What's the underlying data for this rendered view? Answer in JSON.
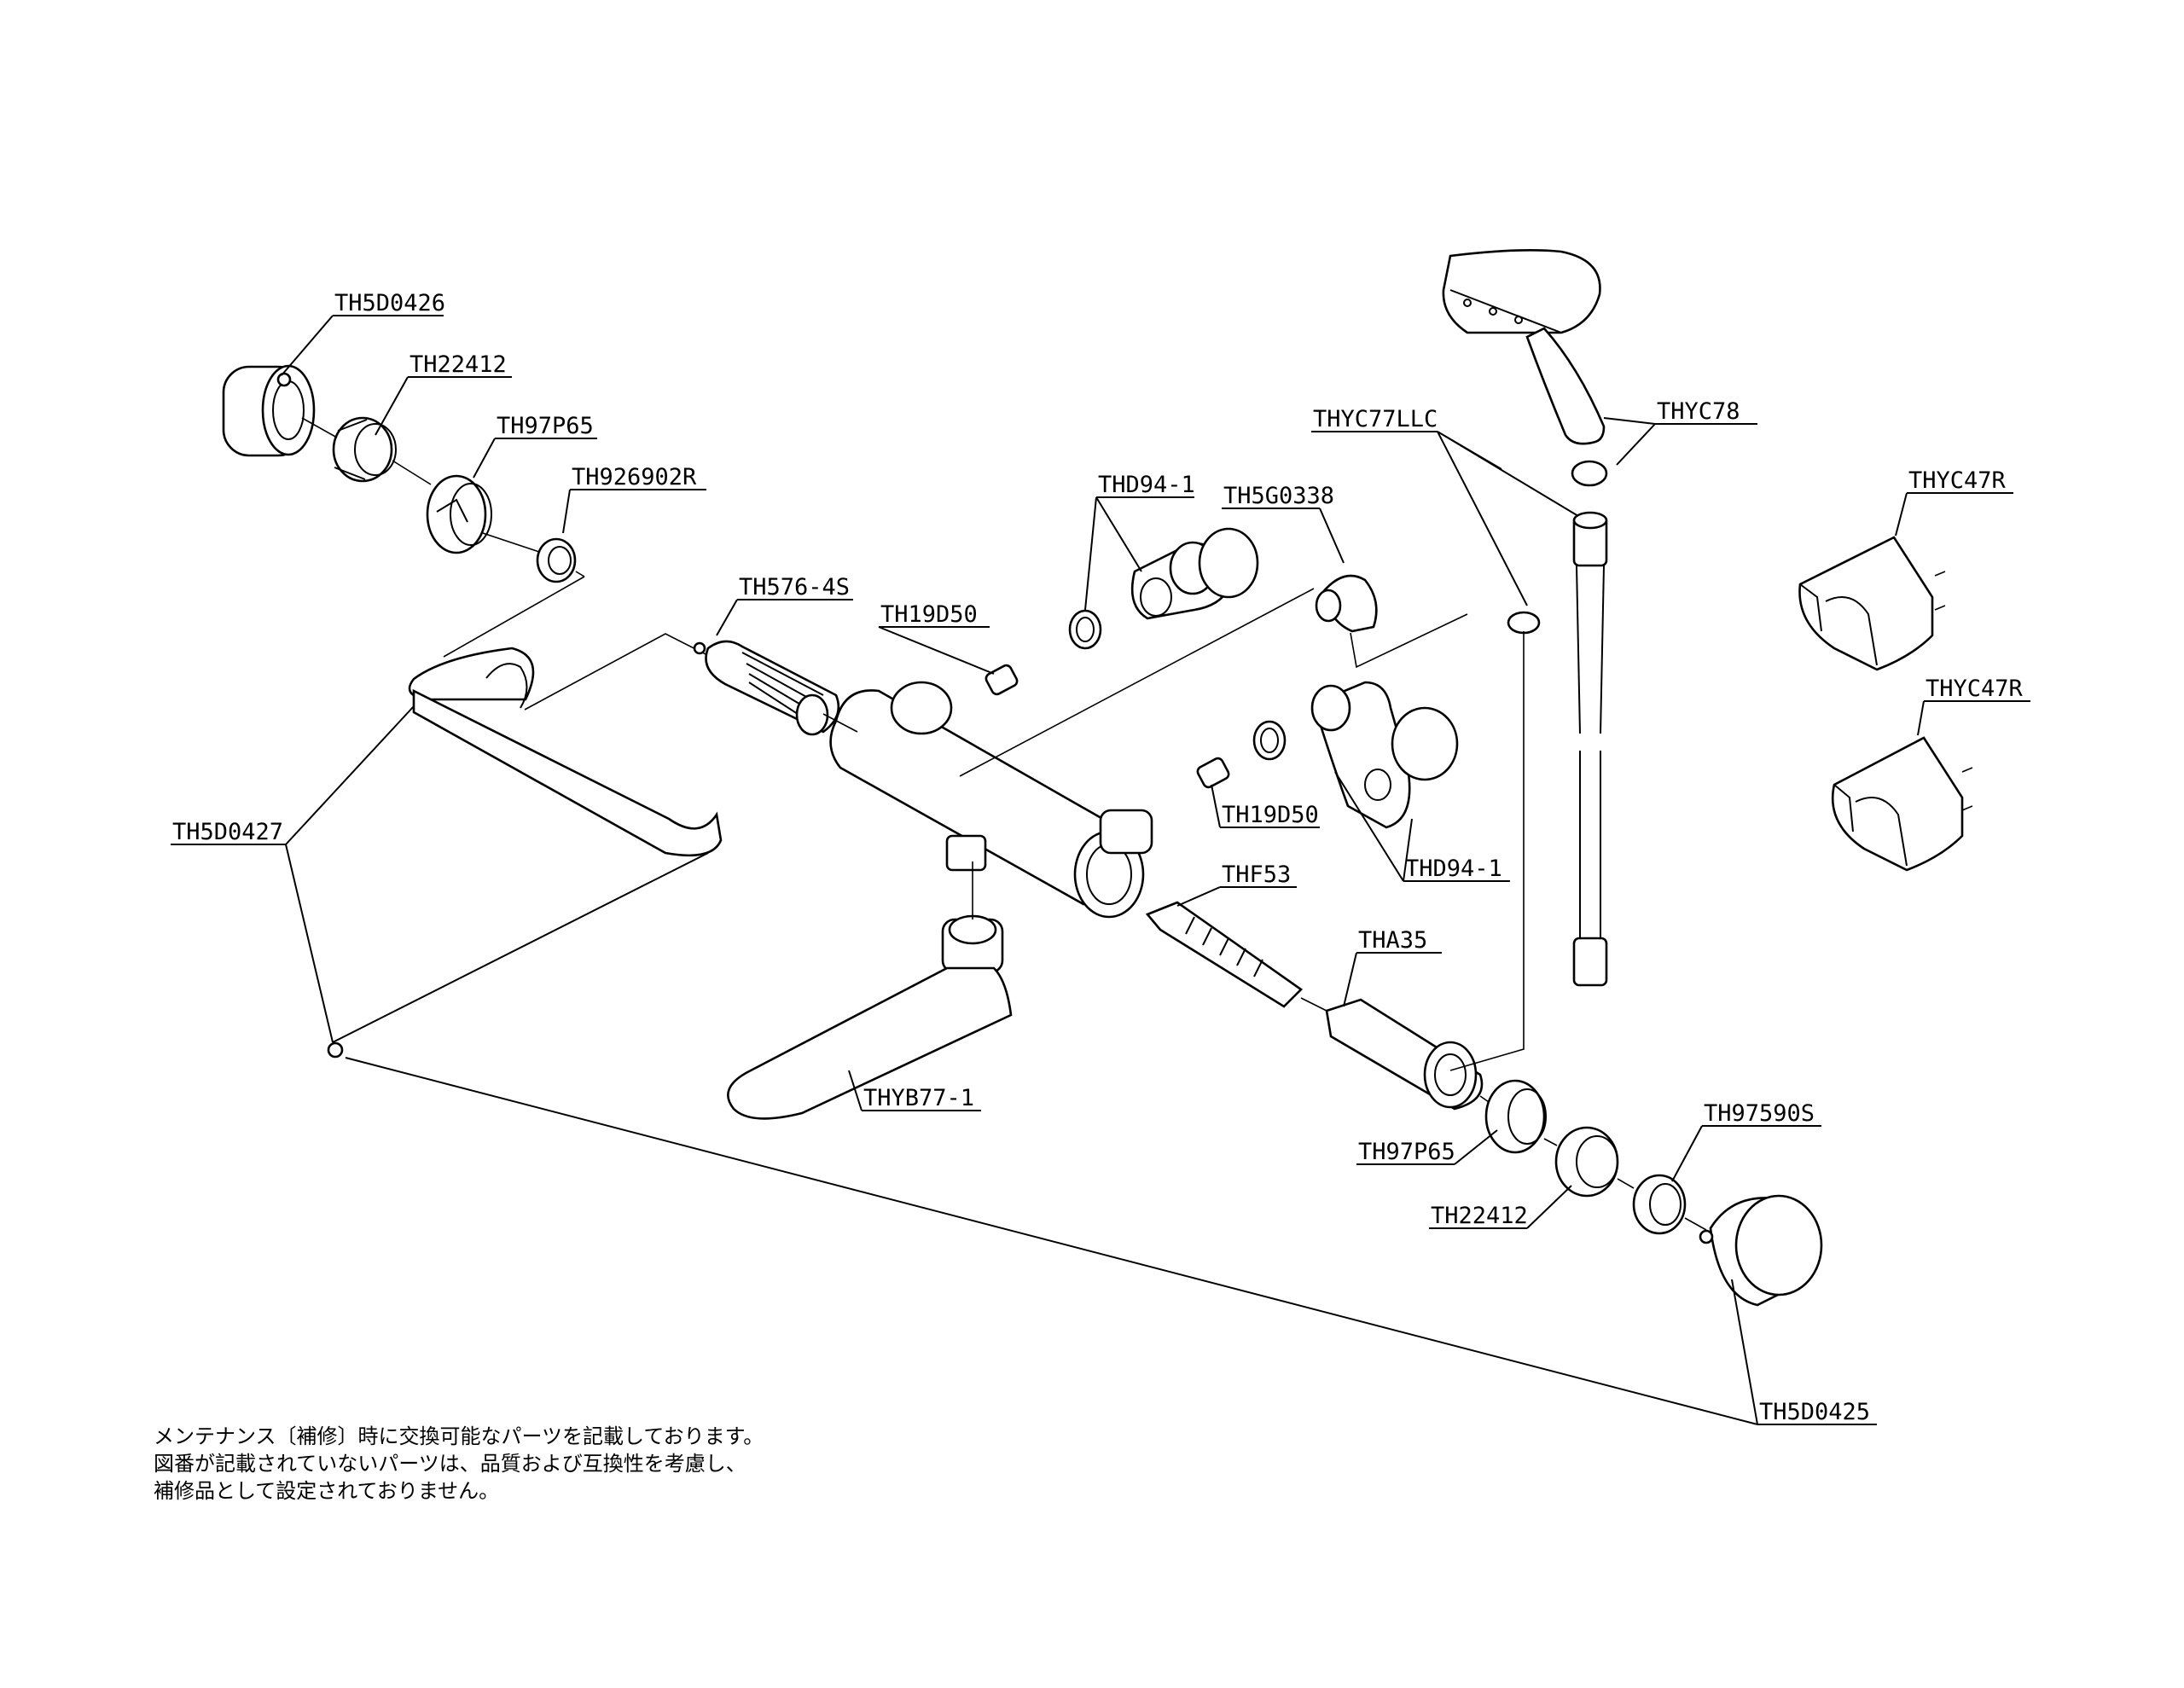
{
  "labels": {
    "TH5D0426": "TH5D0426",
    "TH22412_top": "TH22412",
    "TH97P65_top": "TH97P65",
    "TH926902R": "TH926902R",
    "TH576_4S": "TH576-4S",
    "TH19D50_top": "TH19D50",
    "THD94_1_top": "THD94-1",
    "TH5G0338": "TH5G0338",
    "THYC77LLC": "THYC77LLC",
    "THYC78": "THYC78",
    "THYC47R_1": "THYC47R",
    "THYC47R_2": "THYC47R",
    "TH5D0427": "TH5D0427",
    "TH19D50_bottom": "TH19D50",
    "THD94_1_bottom": "THD94-1",
    "THF53": "THF53",
    "THA35": "THA35",
    "THYB77_1": "THYB77-1",
    "TH97P65_bottom": "TH97P65",
    "TH97590S": "TH97590S",
    "TH22412_bottom": "TH22412",
    "TH5D0425": "TH5D0425"
  },
  "note": {
    "line1": "メンテナンス〔補修〕時に交換可能なパーツを記載しております。",
    "line2": "図番が記載されていないパーツは、品質および互換性を考慮し、",
    "line3": "補修品として設定されておりません。"
  }
}
